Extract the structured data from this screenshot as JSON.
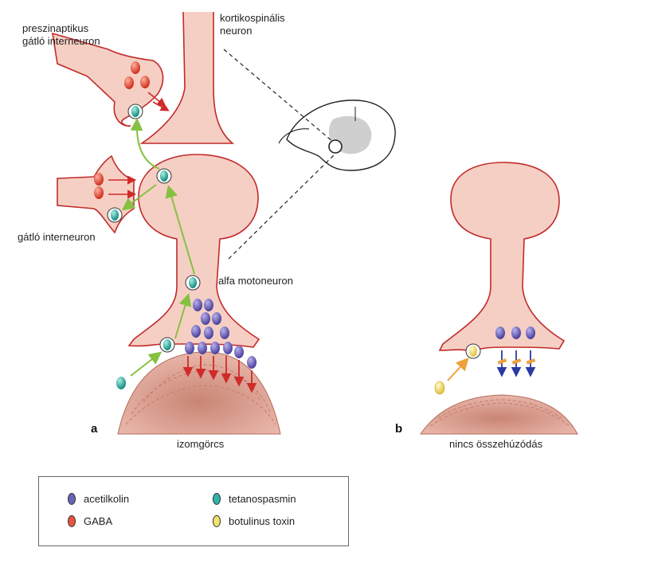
{
  "labels": {
    "presynaptic": [
      "preszinaptikus",
      "gátló interneuron"
    ],
    "corticospinal": [
      "kortikospinális",
      "neuron"
    ],
    "inhibitory": "gátló interneuron",
    "alpha_motoneuron": "alfa motoneuron",
    "spasm": "izomgörcs",
    "no_contraction": "nincs összehúzódás",
    "panel_a": "a",
    "panel_b": "b"
  },
  "legend": {
    "items": [
      {
        "label": "acetilkolin",
        "color": "#6b63b8",
        "icon": "acetylcholine-vesicle-icon"
      },
      {
        "label": "GABA",
        "color": "#e8543e",
        "icon": "gaba-vesicle-icon"
      },
      {
        "label": "tetanospasmin",
        "color": "#2fb3a6",
        "icon": "tetanospasmin-icon"
      },
      {
        "label": "botulinus toxin",
        "color": "#f3e26e",
        "icon": "botulinum-toxin-icon"
      }
    ]
  },
  "colors": {
    "cell_fill": "#f6cfc4",
    "cell_border": "#c22a2a",
    "muscle": "#dfa596",
    "green_arrow": "#86c042",
    "orange_arrow": "#eea13a",
    "red_arrow": "#d02a2a",
    "blue_arrow": "#2c3aa0"
  }
}
